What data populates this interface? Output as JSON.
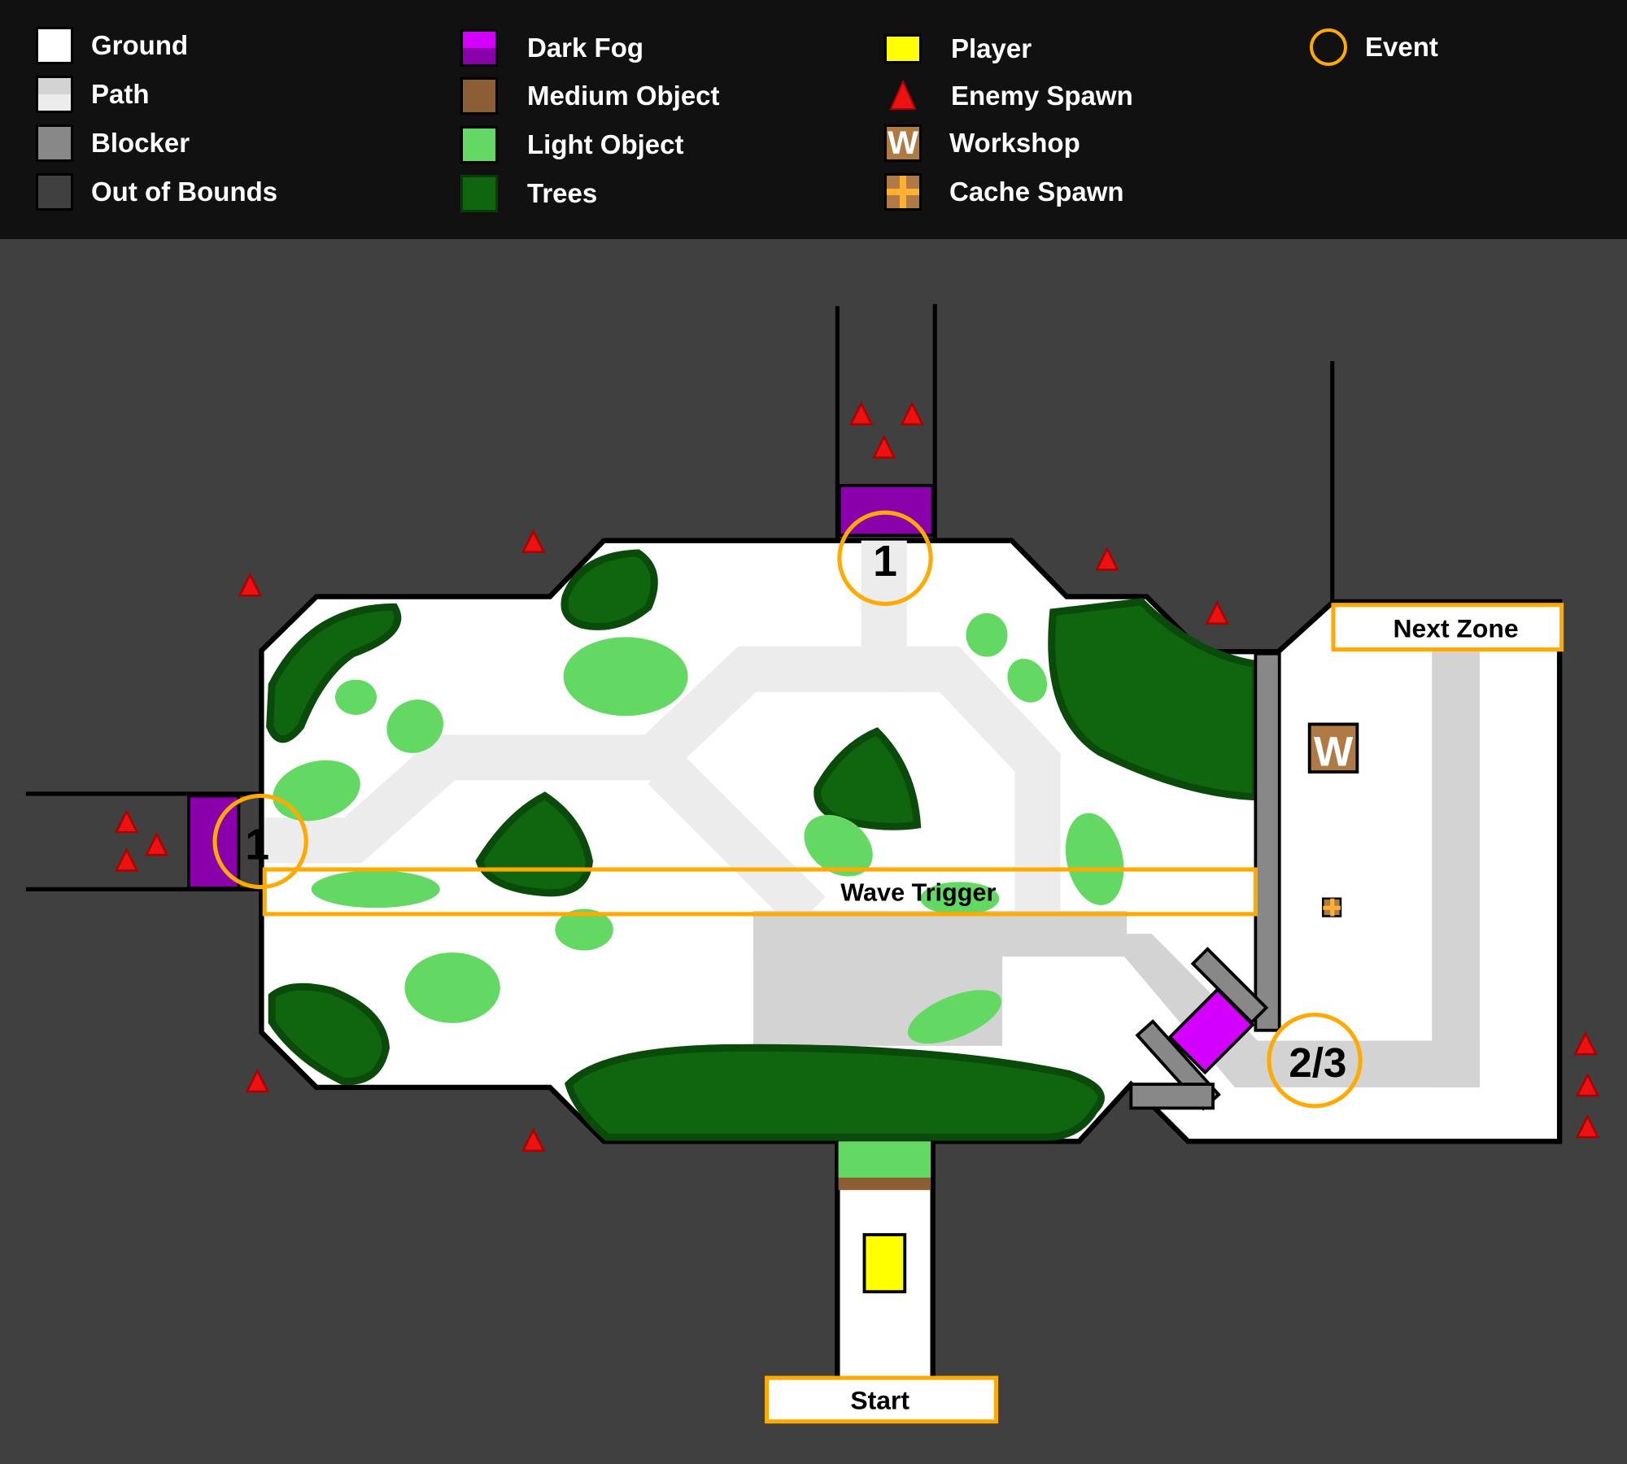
{
  "legend": {
    "ground": "Ground",
    "path": "Path",
    "blocker": "Blocker",
    "out_of_bounds": "Out of Bounds",
    "dark_fog": "Dark Fog",
    "medium_object": "Medium Object",
    "light_object": "Light Object",
    "trees": "Trees",
    "player": "Player",
    "enemy_spawn": "Enemy Spawn",
    "workshop": "Workshop",
    "workshop_glyph": "W",
    "cache_spawn": "Cache Spawn",
    "event": "Event"
  },
  "map": {
    "event_top": "1",
    "event_left": "1",
    "event_right": "2/3",
    "wave_trigger": "Wave Trigger",
    "next_zone": "Next Zone",
    "start": "Start",
    "workshop_glyph": "W"
  },
  "colors": {
    "ground": "#ffffff",
    "path": "#d3d3d3",
    "blocker": "#888888",
    "out_of_bounds": "#404040",
    "dark_fog": "#d400ff",
    "medium_object": "#8b5e34",
    "light_object": "#63d963",
    "trees": "#0f660f",
    "player": "#ffff00",
    "enemy": "#ee1111",
    "event": "#ffaa00"
  }
}
